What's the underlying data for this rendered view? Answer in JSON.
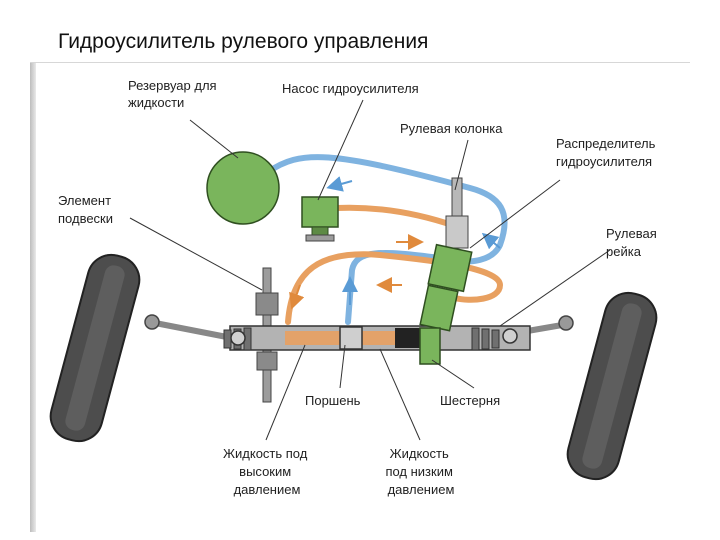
{
  "title": "Гидроусилитель рулевого управления",
  "labels": {
    "reservoir": [
      "Резервуар для",
      "жидкости"
    ],
    "pump": [
      "Насос гидроусилителя"
    ],
    "column": [
      "Рулевая колонка"
    ],
    "distributor": [
      "Распределитель",
      "гидроусилителя"
    ],
    "suspension": [
      "Элемент",
      "подвески"
    ],
    "rack": [
      "Рулевая",
      "рейка"
    ],
    "piston": [
      "Поршень"
    ],
    "pinion": [
      "Шестерня"
    ],
    "high_pressure": [
      "Жидкость под",
      "высоким",
      "давлением"
    ],
    "low_pressure": [
      "Жидкость",
      "под низким",
      "давлением"
    ]
  },
  "colors": {
    "low_pressure_line": "#7fb3e0",
    "high_pressure_line": "#e8a060",
    "component_green": "#7ab55c",
    "tire": "#4d4d4d",
    "metal": "#a9a9a9"
  }
}
